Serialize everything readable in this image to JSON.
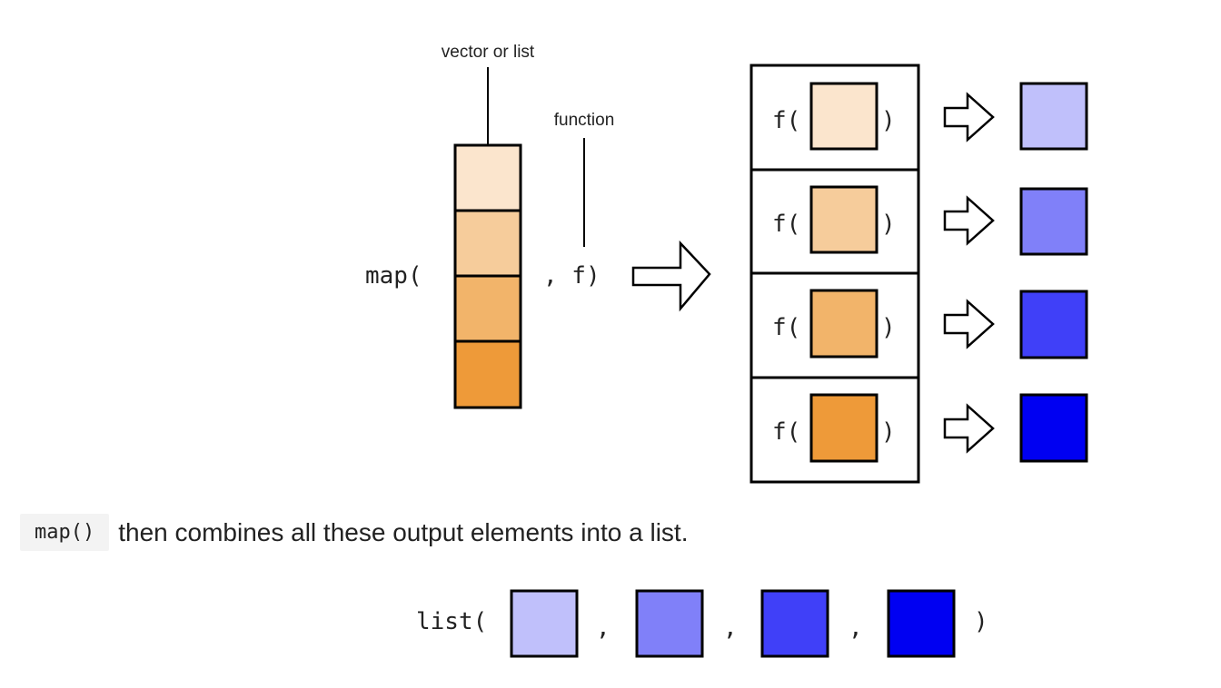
{
  "labels": {
    "vector_or_list": "vector or list",
    "function": "function"
  },
  "code": {
    "map_open": "map(",
    "comma_f": ", f)",
    "f_open": "f(",
    "close_paren": ")",
    "list_open": "list(",
    "comma": ",",
    "list_close": ")"
  },
  "caption": {
    "code": "map()",
    "text": "then combines all these output elements into a list."
  },
  "colors": {
    "inputs": [
      "#fbe5cd",
      "#f6cc9b",
      "#f2b46a",
      "#ee9a39"
    ],
    "outputs": [
      "#c0c0fb",
      "#8080f9",
      "#4040f8",
      "#0000f2"
    ]
  }
}
